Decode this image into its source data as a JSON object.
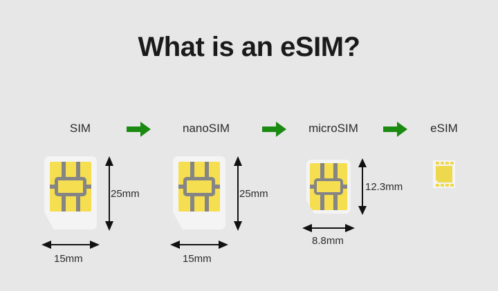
{
  "page": {
    "title": "What is an eSIM?",
    "background_color": "#e7e7e7",
    "accent_green": "#1a8a11",
    "chip_yellow": "#f5de50",
    "contact_gray": "#858585",
    "card_white": "#f4f4f4",
    "text_color": "#2b2b2b"
  },
  "items": [
    {
      "id": "sim",
      "label": "SIM",
      "height_label": "25mm",
      "width_label": "15mm"
    },
    {
      "id": "nanosim",
      "label": "nanoSIM",
      "height_label": "25mm",
      "width_label": "15mm"
    },
    {
      "id": "microsim",
      "label": "microSIM",
      "height_label": "12.3mm",
      "width_label": "8.8mm"
    },
    {
      "id": "esim",
      "label": "eSIM",
      "height_label": "",
      "width_label": ""
    }
  ],
  "arrows": [
    {
      "id": "arrow-1",
      "name": "arrow-sim-to-nanosim"
    },
    {
      "id": "arrow-2",
      "name": "arrow-nanosim-to-microsim"
    },
    {
      "id": "arrow-3",
      "name": "arrow-microsim-to-esim"
    }
  ]
}
